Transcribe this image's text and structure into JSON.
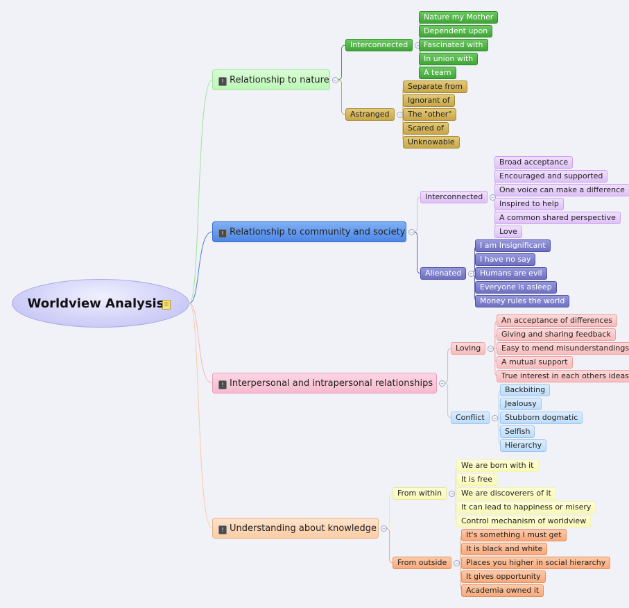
{
  "root": {
    "title": "Worldview Analysis",
    "note_icon": "note-icon"
  },
  "branches": [
    {
      "label": "Relationship to nature",
      "groups": [
        {
          "label": "Interconnected",
          "leaves": [
            "Nature my Mother",
            "Dependent upon",
            "Fascinated with",
            "In union with",
            "A team"
          ]
        },
        {
          "label": "Astranged",
          "leaves": [
            "Separate from",
            "Ignorant of",
            "The \"other\"",
            "Scared of",
            "Unknowable"
          ]
        }
      ]
    },
    {
      "label": "Relationship to community and society",
      "groups": [
        {
          "label": "Interconnected",
          "leaves": [
            "Broad acceptance",
            "Encouraged and supported",
            "One voice can make a difference",
            "Inspired to help",
            "A common shared perspective",
            "Love"
          ]
        },
        {
          "label": "Alienated",
          "leaves": [
            "I am Insignificant",
            "I have no say",
            "Humans are evil",
            "Everyone is asleep",
            "Money rules the world"
          ]
        }
      ]
    },
    {
      "label": "Interpersonal and intrapersonal relationships",
      "groups": [
        {
          "label": "Loving",
          "leaves": [
            "An acceptance of differences",
            "Giving and sharing feedback",
            "Easy to mend misunderstandings",
            "A mutual support",
            "True interest in each others ideas"
          ]
        },
        {
          "label": "Conflict",
          "leaves": [
            "Backbiting",
            "Jealousy",
            "Stubborn dogmatic",
            "Selfish",
            "Hierarchy"
          ]
        }
      ]
    },
    {
      "label": "Understanding about knowledge",
      "groups": [
        {
          "label": "From within",
          "leaves": [
            "We are born with it",
            "It is free",
            "We are discoverers of it",
            "It can lead to happiness or misery",
            "Control mechanism of worldview"
          ]
        },
        {
          "label": "From outside",
          "leaves": [
            "It's something I must get",
            "It is black and white",
            "Places you higher in social hierarchy",
            "It gives opportunity",
            "Academia owned it"
          ]
        }
      ]
    }
  ],
  "colors": {
    "green": "#4db342",
    "gold": "#d2b258",
    "lilac": "#e7cdfa",
    "indigo": "#7f80c9",
    "pink": "#fbcaca",
    "skyblue": "#cbe4fb",
    "lightyellow": "#fafbc8",
    "orange": "#fbba92"
  }
}
